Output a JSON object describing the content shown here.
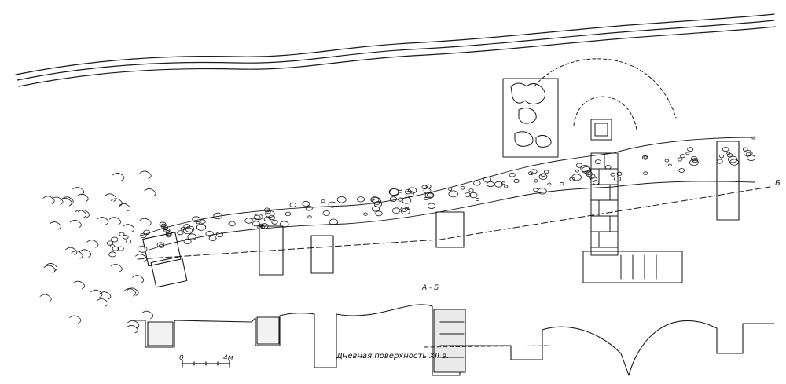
{
  "labels": {
    "north_end_marker": "Б",
    "section_line": "А - Б",
    "surface_label": "Дневная поверхность  XII в.",
    "scale_start": "0",
    "scale_end": "4м"
  },
  "colors": {
    "ink": "#1a1a1a",
    "paper": "#ffffff",
    "hatch": "#555555"
  }
}
